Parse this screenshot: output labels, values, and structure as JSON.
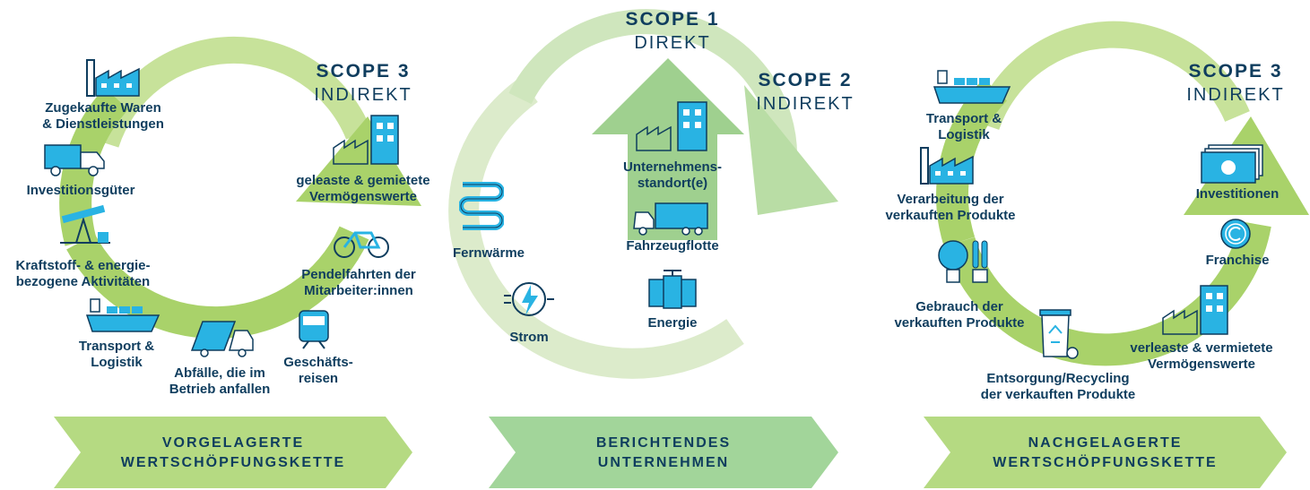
{
  "colors": {
    "navy": "#0f3d5e",
    "icon_blue": "#29b3e3",
    "green_dark": "#a9d26a",
    "green_light": "#d4e9b4",
    "green_band": "#b5da82",
    "green_band_mid": "#a2d59a"
  },
  "left": {
    "scope_title": "SCOPE 3",
    "scope_sub": "INDIREKT",
    "items": {
      "purchased": "Zugekaufte Waren\n& Dienstleistungen",
      "capital": "Investitionsgüter",
      "fuel": "Kraftstoff- & energie-\nbezogene Aktivitäten",
      "transport": "Transport &\nLogistik",
      "waste": "Abfälle, die im\nBetrieb anfallen",
      "business_travel": "Geschäfts-\nreisen",
      "commuting": "Pendelfahrten der\nMitarbeiter:innen",
      "leased": "geleaste & gemietete\nVermögenswerte"
    },
    "band": "VORGELAGERTE\nWERTSCHÖPFUNGSKETTE"
  },
  "middle": {
    "scope1_title": "SCOPE 1",
    "scope1_sub": "DIREKT",
    "scope2_title": "SCOPE 2",
    "scope2_sub": "INDIREKT",
    "items": {
      "sites": "Unternehmens-\nstandort(e)",
      "fleet": "Fahrzeugflotte",
      "energy": "Energie",
      "district_heating": "Fernwärme",
      "electricity": "Strom"
    },
    "band": "BERICHTENDES\nUNTERNEHMEN"
  },
  "right": {
    "scope_title": "SCOPE 3",
    "scope_sub": "INDIREKT",
    "items": {
      "transport": "Transport &\nLogistik",
      "processing": "Verarbeitung der\nverkauften Produkte",
      "use": "Gebrauch der\nverkauften Produkte",
      "disposal": "Entsorgung/Recycling\nder verkauften Produkte",
      "leased_out": "verleaste & vermietete\nVermögenswerte",
      "franchise": "Franchise",
      "investments": "Investitionen"
    },
    "band": "NACHGELAGERTE\nWERTSCHÖPFUNGSKETTE"
  }
}
